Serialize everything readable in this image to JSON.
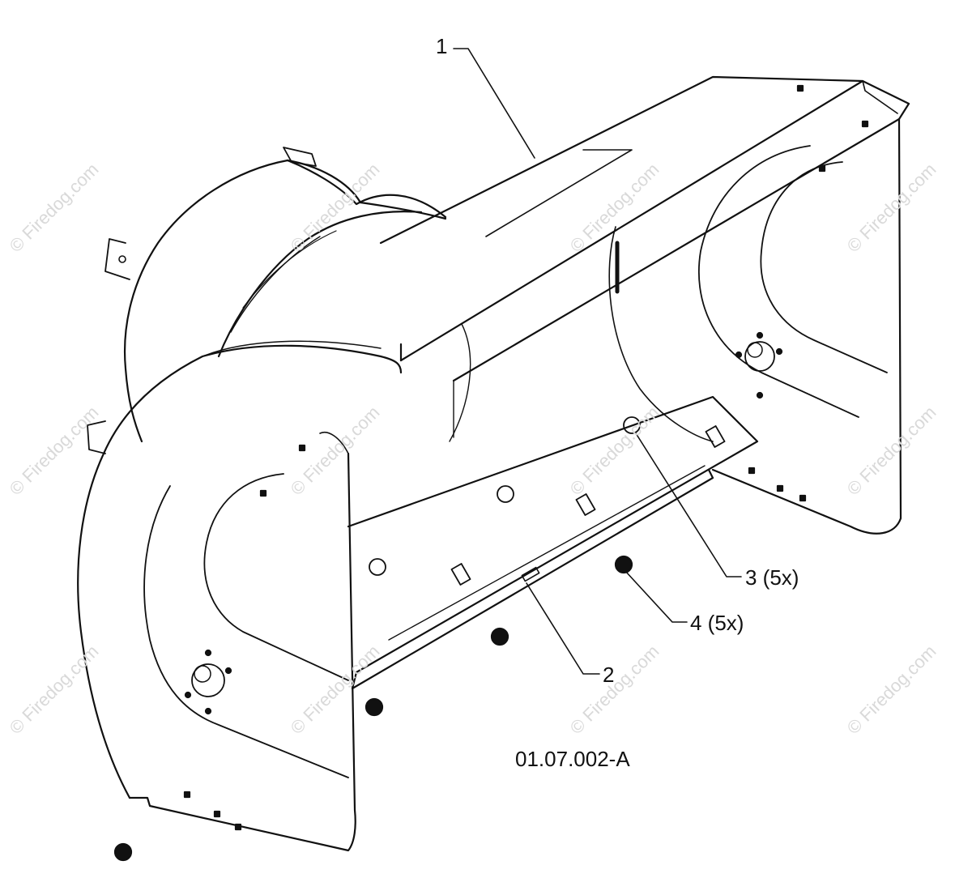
{
  "diagram": {
    "callouts": [
      {
        "id": "1",
        "text": "1"
      },
      {
        "id": "2",
        "text": "2"
      },
      {
        "id": "3",
        "text": "3 (5x)"
      },
      {
        "id": "4",
        "text": "4 (5x)"
      }
    ],
    "figure_code": "01.07.002-A",
    "watermark": "© Firedog.com"
  }
}
